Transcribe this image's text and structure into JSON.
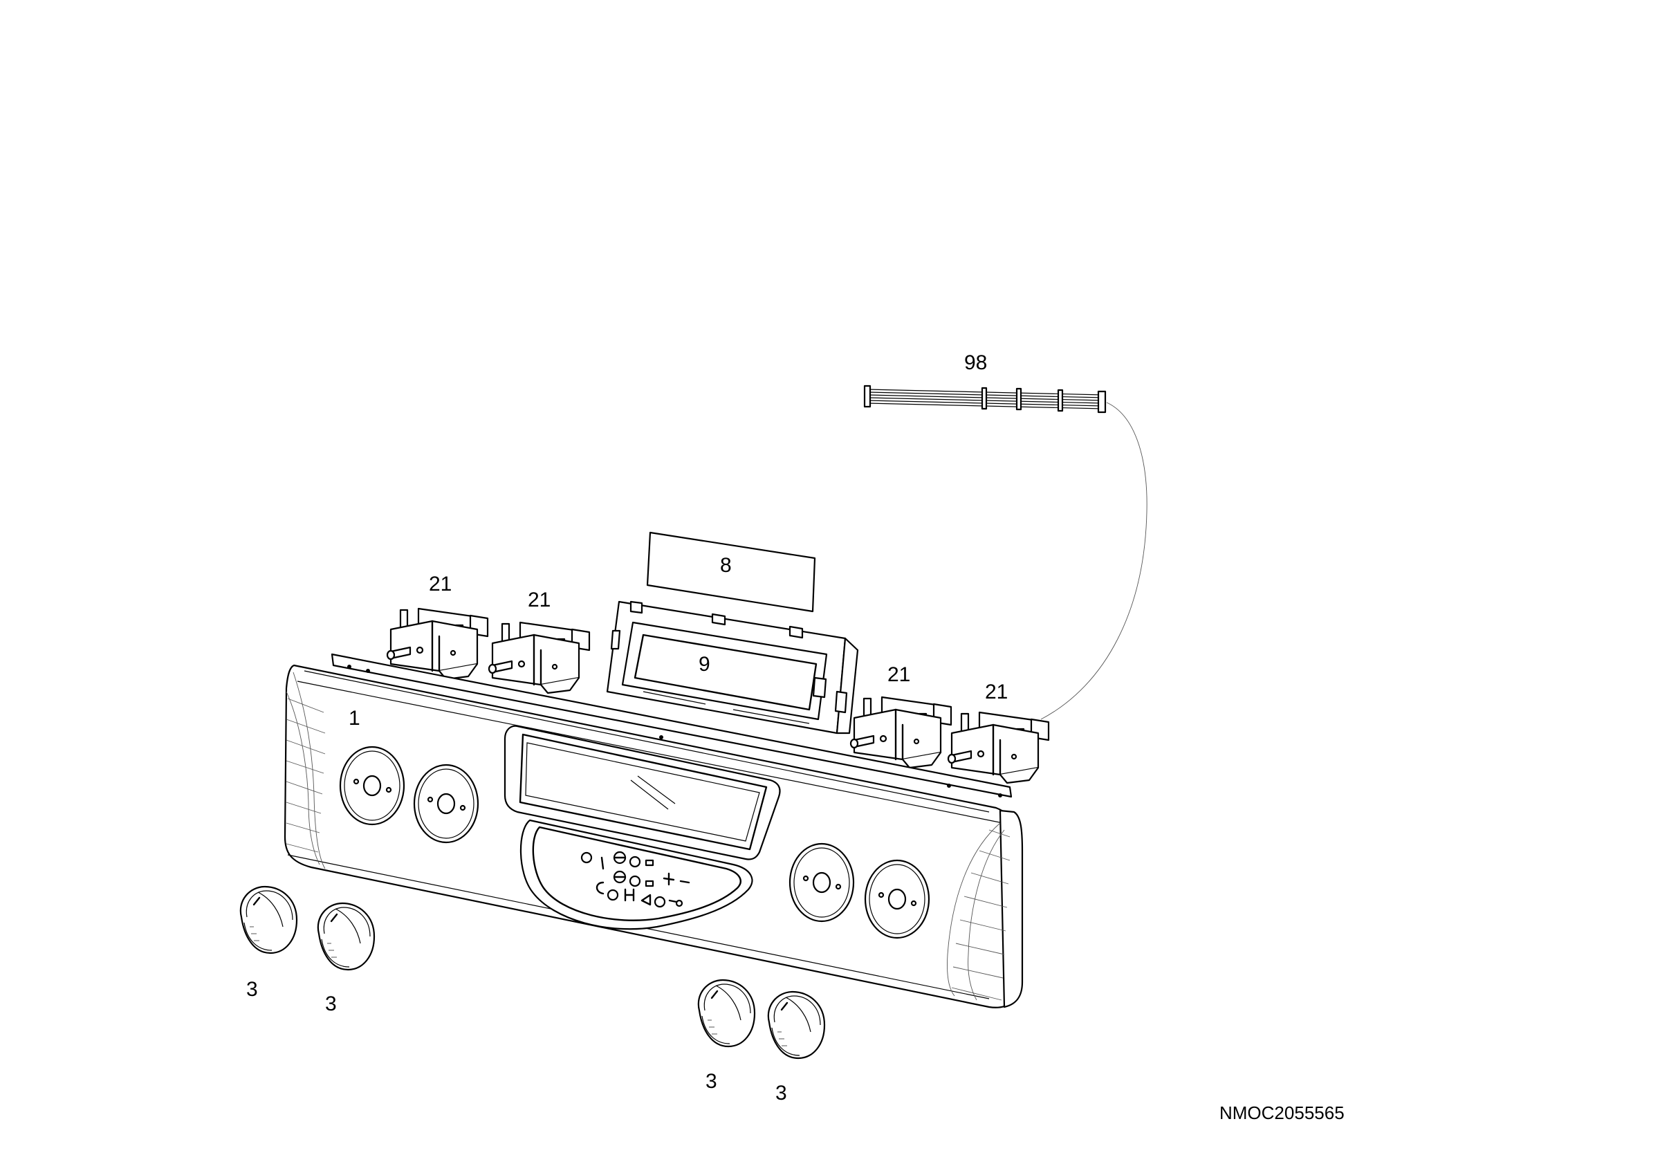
{
  "diagram": {
    "drawing_code": "NMOC2055565",
    "parts": {
      "panel": "1",
      "knob": "3",
      "label": "8",
      "display": "9",
      "switch": "21",
      "harness": "98"
    }
  }
}
